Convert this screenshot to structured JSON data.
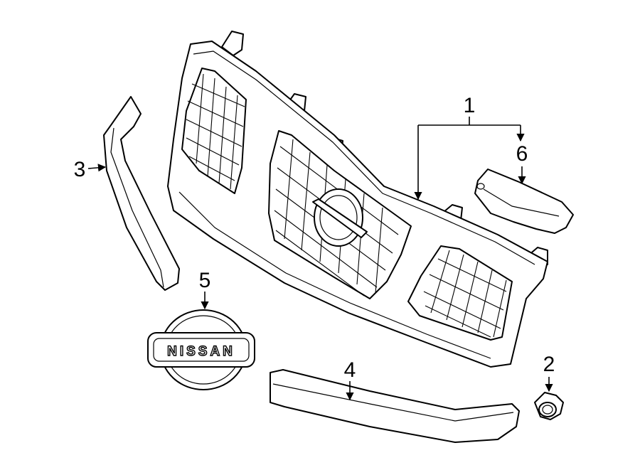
{
  "callouts": {
    "c1": "1",
    "c2": "2",
    "c3": "3",
    "c4": "4",
    "c5": "5",
    "c6": "6"
  },
  "emblem": {
    "text": "NISSAN"
  }
}
